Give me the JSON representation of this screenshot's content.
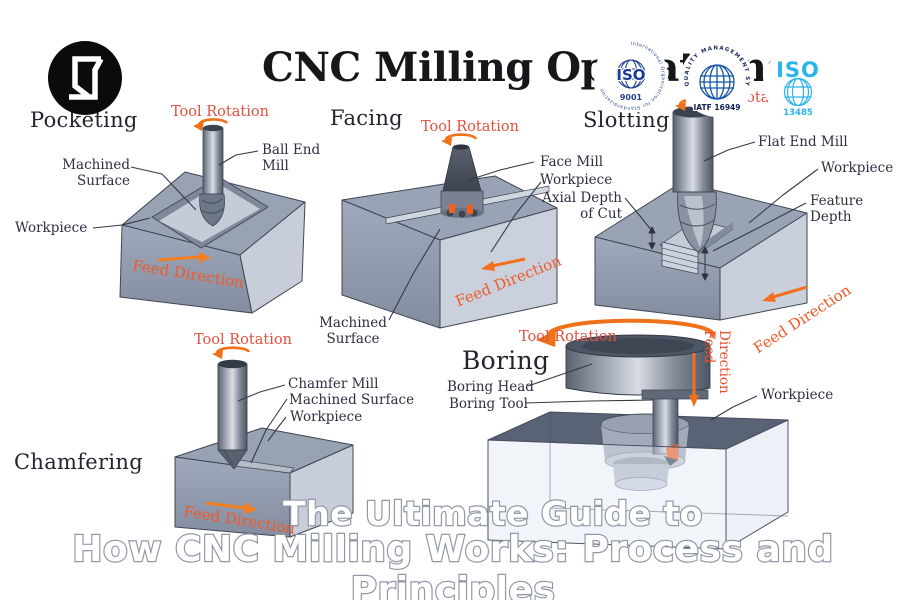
{
  "header": {
    "title": "CNC Milling Operations"
  },
  "overlay": {
    "line1": "The Ultimate Guide to",
    "line2": "How CNC Milling Works: Process and Principles"
  },
  "badges": {
    "iso9001": {
      "ring_text": "International Organization for Standardization",
      "main": "ISO",
      "sub": "9001"
    },
    "iatf": {
      "ring_text": "QUALITY MANAGEMENT SYSTEM",
      "main": "IATF 16949"
    },
    "iso13485": {
      "main": "ISO",
      "sub": "13485"
    }
  },
  "operations": {
    "pocketing": {
      "title": "Pocketing",
      "tool_rotation": "Tool Rotation",
      "feed_direction": "Feed Direction",
      "machined_surface": "Machined Surface",
      "workpiece": "Workpiece",
      "tool": "Ball End Mill"
    },
    "facing": {
      "title": "Facing",
      "tool_rotation": "Tool Rotation",
      "feed_direction": "Feed Direction",
      "tool": "Face Mill",
      "workpiece": "Workpiece",
      "machined_surface": "Machined Surface"
    },
    "slotting": {
      "title": "Slotting",
      "tool_rotation": "Tool Rotation",
      "feed_direction": "Feed Direction",
      "tool": "Flat End Mill",
      "workpiece": "Workpiece",
      "feature_depth": "Feature Depth",
      "axial_depth": "Axial Depth of Cut"
    },
    "chamfering": {
      "title": "Chamfering",
      "tool_rotation": "Tool Rotation",
      "feed_direction": "Feed Direction",
      "tool": "Chamfer Mill",
      "machined_surface": "Machined Surface",
      "workpiece": "Workpiece"
    },
    "boring": {
      "title": "Boring",
      "tool_rotation": "Tool Rotation",
      "feed_direction": "Feed Direction",
      "boring_head": "Boring Head",
      "boring_tool": "Boring Tool",
      "workpiece": "Workpiece"
    }
  },
  "colors": {
    "accent_orange": "#f47b20",
    "accent_red": "#e2503c",
    "label": "#2c3040",
    "badge_navy": "#24418f",
    "badge_blue": "#1456a8",
    "badge_cyan": "#29b5e8"
  }
}
